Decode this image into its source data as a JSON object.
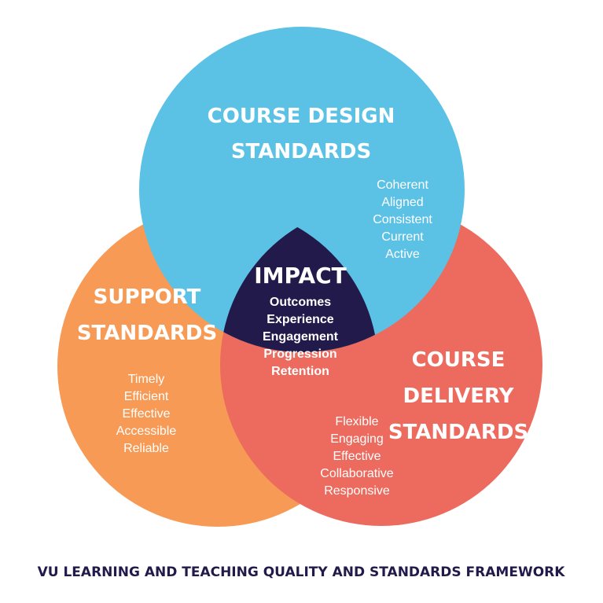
{
  "colors": {
    "design": "#5bc2e6",
    "support": "#f79a55",
    "delivery": "#ec6b5e",
    "impact": "#221a4a",
    "caption": "#221a4a"
  },
  "design": {
    "title_line1": "COURSE DESIGN",
    "title_line2": "STANDARDS",
    "items": [
      "Coherent",
      "Aligned",
      "Consistent",
      "Current",
      "Active"
    ]
  },
  "support": {
    "title_line1": "SUPPORT",
    "title_line2": "STANDARDS",
    "items": [
      "Timely",
      "Efficient",
      "Effective",
      "Accessible",
      "Reliable"
    ]
  },
  "delivery": {
    "title_line1": "COURSE",
    "title_line2": "DELIVERY",
    "title_line3": "STANDARDS",
    "items": [
      "Flexible",
      "Engaging",
      "Effective",
      "Collaborative",
      "Responsive"
    ]
  },
  "impact": {
    "title": "IMPACT",
    "items": [
      "Outcomes",
      "Experience",
      "Engagement",
      "Progression",
      "Retention"
    ]
  },
  "caption": "VU LEARNING AND TEACHING QUALITY AND STANDARDS FRAMEWORK"
}
